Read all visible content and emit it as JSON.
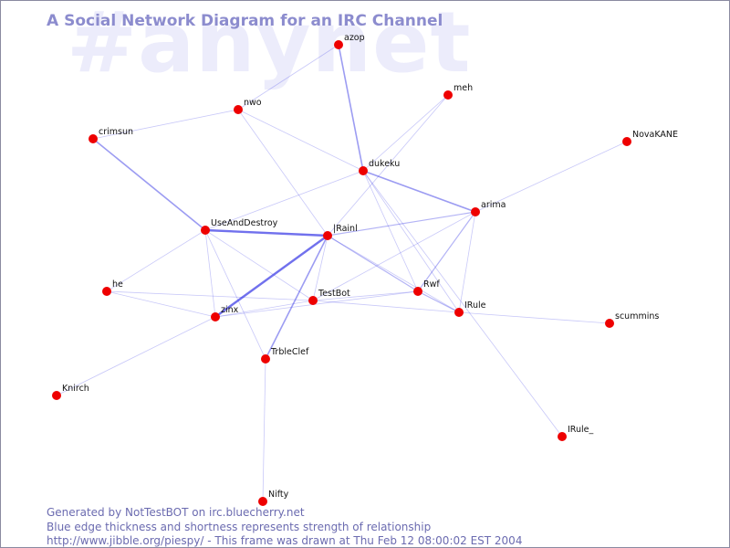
{
  "watermark": "#anynet",
  "title": "A Social Network Diagram for an IRC Channel",
  "footer": {
    "line1": "Generated by NotTestBOT on irc.bluecherry.net",
    "line2": "Blue edge thickness and shortness represents strength of relationship",
    "line3": "http://www.jibble.org/piespy/ - This frame was drawn at Thu Feb 12 08:00:02 EST 2004"
  },
  "colors": {
    "node": "#ee0000",
    "edge": "#3a3ae6",
    "title": "#8c8cce",
    "watermark": "#ececfb",
    "footer": "#6b6bb0"
  },
  "nodes": [
    {
      "id": "azop",
      "label": "azop"
    },
    {
      "id": "meh",
      "label": "meh"
    },
    {
      "id": "nwo",
      "label": "nwo"
    },
    {
      "id": "crimsun",
      "label": "crimsun"
    },
    {
      "id": "NovaKANE",
      "label": "NovaKANE"
    },
    {
      "id": "dukeku",
      "label": "dukeku"
    },
    {
      "id": "arima",
      "label": "arima"
    },
    {
      "id": "UseAndDestroy",
      "label": "UseAndDestroy"
    },
    {
      "id": "jRainl",
      "label": "|Rainl"
    },
    {
      "id": "he",
      "label": "he"
    },
    {
      "id": "TestBot",
      "label": "TestBot"
    },
    {
      "id": "Rwf",
      "label": "Rwf"
    },
    {
      "id": "IRule",
      "label": "IRule"
    },
    {
      "id": "zinx",
      "label": "zinx"
    },
    {
      "id": "scummins",
      "label": "scummins"
    },
    {
      "id": "TrbleClef",
      "label": "TrbleClef"
    },
    {
      "id": "Knirch",
      "label": "Knirch"
    },
    {
      "id": "IRule_",
      "label": "IRule_"
    },
    {
      "id": "Nifty",
      "label": "Nifty"
    }
  ],
  "edges": [
    {
      "source": "azop",
      "target": "dukeku",
      "weight": 2
    },
    {
      "source": "nwo",
      "target": "crimsun",
      "weight": 1
    },
    {
      "source": "nwo",
      "target": "azop",
      "weight": 1
    },
    {
      "source": "nwo",
      "target": "dukeku",
      "weight": 1
    },
    {
      "source": "nwo",
      "target": "jRainl",
      "weight": 1
    },
    {
      "source": "crimsun",
      "target": "UseAndDestroy",
      "weight": 2
    },
    {
      "source": "meh",
      "target": "dukeku",
      "weight": 1
    },
    {
      "source": "meh",
      "target": "jRainl",
      "weight": 1
    },
    {
      "source": "NovaKANE",
      "target": "arima",
      "weight": 1
    },
    {
      "source": "dukeku",
      "target": "arima",
      "weight": 2
    },
    {
      "source": "dukeku",
      "target": "UseAndDestroy",
      "weight": 1
    },
    {
      "source": "dukeku",
      "target": "Rwf",
      "weight": 1
    },
    {
      "source": "dukeku",
      "target": "IRule",
      "weight": 1
    },
    {
      "source": "dukeku",
      "target": "IRule_",
      "weight": 1
    },
    {
      "source": "UseAndDestroy",
      "target": "jRainl",
      "weight": 3
    },
    {
      "source": "UseAndDestroy",
      "target": "he",
      "weight": 1
    },
    {
      "source": "UseAndDestroy",
      "target": "zinx",
      "weight": 1
    },
    {
      "source": "UseAndDestroy",
      "target": "TrbleClef",
      "weight": 1
    },
    {
      "source": "UseAndDestroy",
      "target": "TestBot",
      "weight": 1
    },
    {
      "source": "jRainl",
      "target": "arima",
      "weight": 1.5
    },
    {
      "source": "jRainl",
      "target": "zinx",
      "weight": 3
    },
    {
      "source": "jRainl",
      "target": "TestBot",
      "weight": 1
    },
    {
      "source": "jRainl",
      "target": "TrbleClef",
      "weight": 2
    },
    {
      "source": "jRainl",
      "target": "Rwf",
      "weight": 1.5
    },
    {
      "source": "jRainl",
      "target": "IRule",
      "weight": 1
    },
    {
      "source": "arima",
      "target": "Rwf",
      "weight": 1.5
    },
    {
      "source": "arima",
      "target": "IRule",
      "weight": 1
    },
    {
      "source": "arima",
      "target": "TestBot",
      "weight": 1
    },
    {
      "source": "he",
      "target": "zinx",
      "weight": 1
    },
    {
      "source": "he",
      "target": "TestBot",
      "weight": 1
    },
    {
      "source": "TestBot",
      "target": "Rwf",
      "weight": 1
    },
    {
      "source": "TestBot",
      "target": "IRule",
      "weight": 1
    },
    {
      "source": "zinx",
      "target": "Rwf",
      "weight": 1
    },
    {
      "source": "zinx",
      "target": "Knirch",
      "weight": 1
    },
    {
      "source": "zinx",
      "target": "TestBot",
      "weight": 1
    },
    {
      "source": "Rwf",
      "target": "IRule",
      "weight": 1.5
    },
    {
      "source": "IRule",
      "target": "scummins",
      "weight": 1
    },
    {
      "source": "TrbleClef",
      "target": "Nifty",
      "weight": 1
    }
  ]
}
